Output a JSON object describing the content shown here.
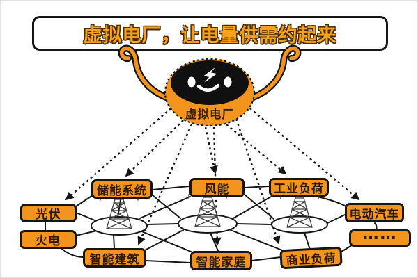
{
  "banner": {
    "title": "虚拟电厂，让电量供需约起来"
  },
  "robot": {
    "label": "虚拟电厂"
  },
  "nodes": [
    {
      "key": "storage-system",
      "label": "储能系统"
    },
    {
      "key": "wind-energy",
      "label": "风能"
    },
    {
      "key": "industrial-load",
      "label": "工业负荷"
    },
    {
      "key": "solar-pv",
      "label": "光伏"
    },
    {
      "key": "thermal-power",
      "label": "火电"
    },
    {
      "key": "electric-vehicle",
      "label": "电动汽车"
    },
    {
      "key": "more-ellipsis",
      "label": "……"
    },
    {
      "key": "smart-building",
      "label": "智能建筑"
    },
    {
      "key": "smart-home",
      "label": "智能家庭"
    },
    {
      "key": "commercial-load",
      "label": "商业负荷"
    }
  ],
  "icons": {
    "lightning": "lightning-bolt-icon",
    "tower": "transmission-tower-icon",
    "hook": "hook-icon",
    "face": "robot-face-icon"
  },
  "colors": {
    "orange": "#F2941D",
    "outline": "#161616",
    "label_text": "#2E1A03",
    "banner_text": "#F6A01E",
    "banner_text_outline": "#4A2E00",
    "tower_stroke": "#3F3F3F",
    "robot_head": "#101010"
  }
}
